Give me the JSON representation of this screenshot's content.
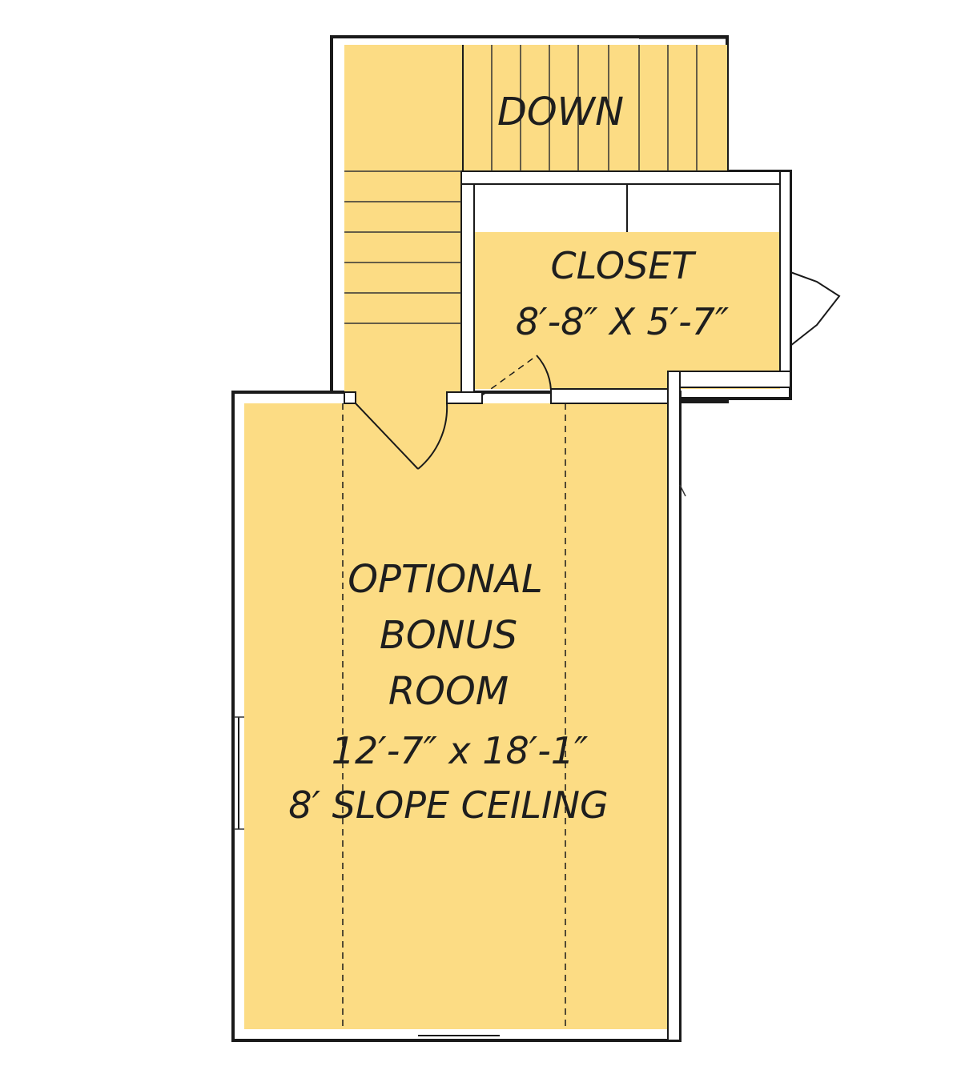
{
  "stairs": {
    "label": "DOWN"
  },
  "closet": {
    "name": "CLOSET",
    "dimensions": "8′-8″ X 5′-7″"
  },
  "bonus_room": {
    "line1": "OPTIONAL",
    "line2": "BONUS",
    "line3": "ROOM",
    "dimensions": "12′-7″ x 18′-1″",
    "ceiling": "8′ SLOPE CEILING"
  },
  "colors": {
    "floor": "#fcdc84",
    "wall": "#1a1a1a",
    "background": "#ffffff"
  }
}
